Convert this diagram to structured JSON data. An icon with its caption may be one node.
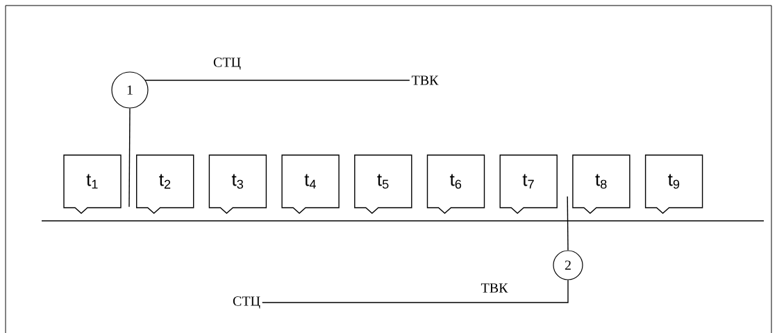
{
  "diagram": {
    "nodes": [
      {
        "text": [
          "t$_{1}$"
        ]
      },
      {
        "text": [
          "t$_{2}$"
        ]
      },
      {
        "text": [
          "t$_{3}$"
        ]
      },
      {
        "text": [
          "t$_{4}$"
        ]
      },
      {
        "text": [
          "t$_{5}$"
        ]
      },
      {
        "text": [
          "t$_{6}$"
        ]
      },
      {
        "text": [
          "t$_{7}$"
        ]
      },
      {
        "text": [
          "t$_{8}$"
        ]
      },
      {
        "text": [
          "t$_{9}$"
        ]
      },
      {
        "text": [
          "1"
        ]
      },
      {
        "text": [
          "ТВК"
        ]
      },
      {
        "text": [
          "2"
        ]
      },
      {
        "text": [
          "СТЦ"
        ]
      }
    ],
    "edges": [
      {
        "from": 9,
        "to": 10,
        "arrow": "none",
        "label": "СТЦ"
      },
      {
        "from": 12,
        "to": 11,
        "arrow": "none",
        "label": "ТВК"
      },
      {
        "from": 9,
        "to": 1,
        "arrow": "none"
      },
      {
        "from": 11,
        "to": 7,
        "arrow": "none"
      }
    ]
  }
}
